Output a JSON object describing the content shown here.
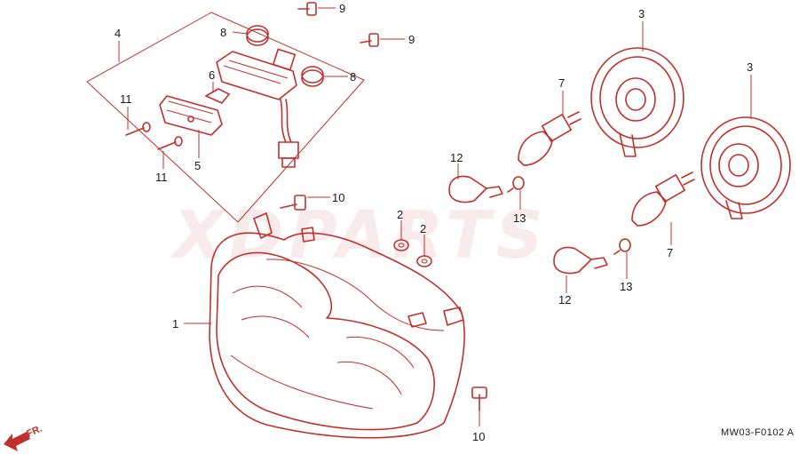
{
  "watermark": "XDPARTS",
  "diagram_code": "MW03-F0102 A",
  "direction_label": "FR.",
  "callouts": {
    "c1": "1",
    "c2a": "2",
    "c2b": "2",
    "c3a": "3",
    "c3b": "3",
    "c4": "4",
    "c5": "5",
    "c6": "6",
    "c7a": "7",
    "c7b": "7",
    "c8a": "8",
    "c8b": "8",
    "c9a": "9",
    "c9b": "9",
    "c10a": "10",
    "c10b": "10",
    "c11a": "11",
    "c11b": "11",
    "c12a": "12",
    "c12b": "12",
    "c13a": "13",
    "c13b": "13"
  },
  "colors": {
    "line": "#c0302c",
    "text": "#1a1a1a"
  }
}
